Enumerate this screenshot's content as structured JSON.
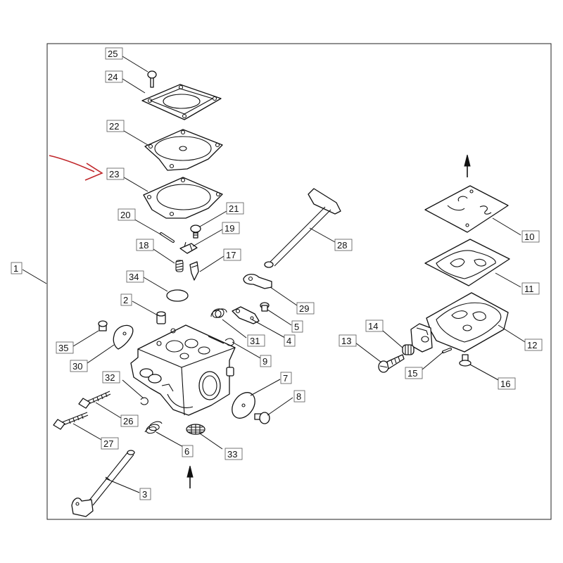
{
  "labels": {
    "p1": "1",
    "p2": "2",
    "p3": "3",
    "p4": "4",
    "p5": "5",
    "p6": "6",
    "p7": "7",
    "p8": "8",
    "p9": "9",
    "p10": "10",
    "p11": "11",
    "p12": "12",
    "p13": "13",
    "p14": "14",
    "p15": "15",
    "p16": "16",
    "p17": "17",
    "p18": "18",
    "p19": "19",
    "p20": "20",
    "p21": "21",
    "p22": "22",
    "p23": "23",
    "p24": "24",
    "p25": "25",
    "p26": "26",
    "p27": "27",
    "p28": "28",
    "p29": "29",
    "p30": "30",
    "p31": "31",
    "p32": "32",
    "p33": "33",
    "p34": "34",
    "p35": "35"
  },
  "colors": {
    "highlight_arrow": "#c0262a",
    "ink": "#111111"
  },
  "icons": {
    "pointer": "red-curved-arrow-icon",
    "direction": "up-arrow-icon"
  }
}
